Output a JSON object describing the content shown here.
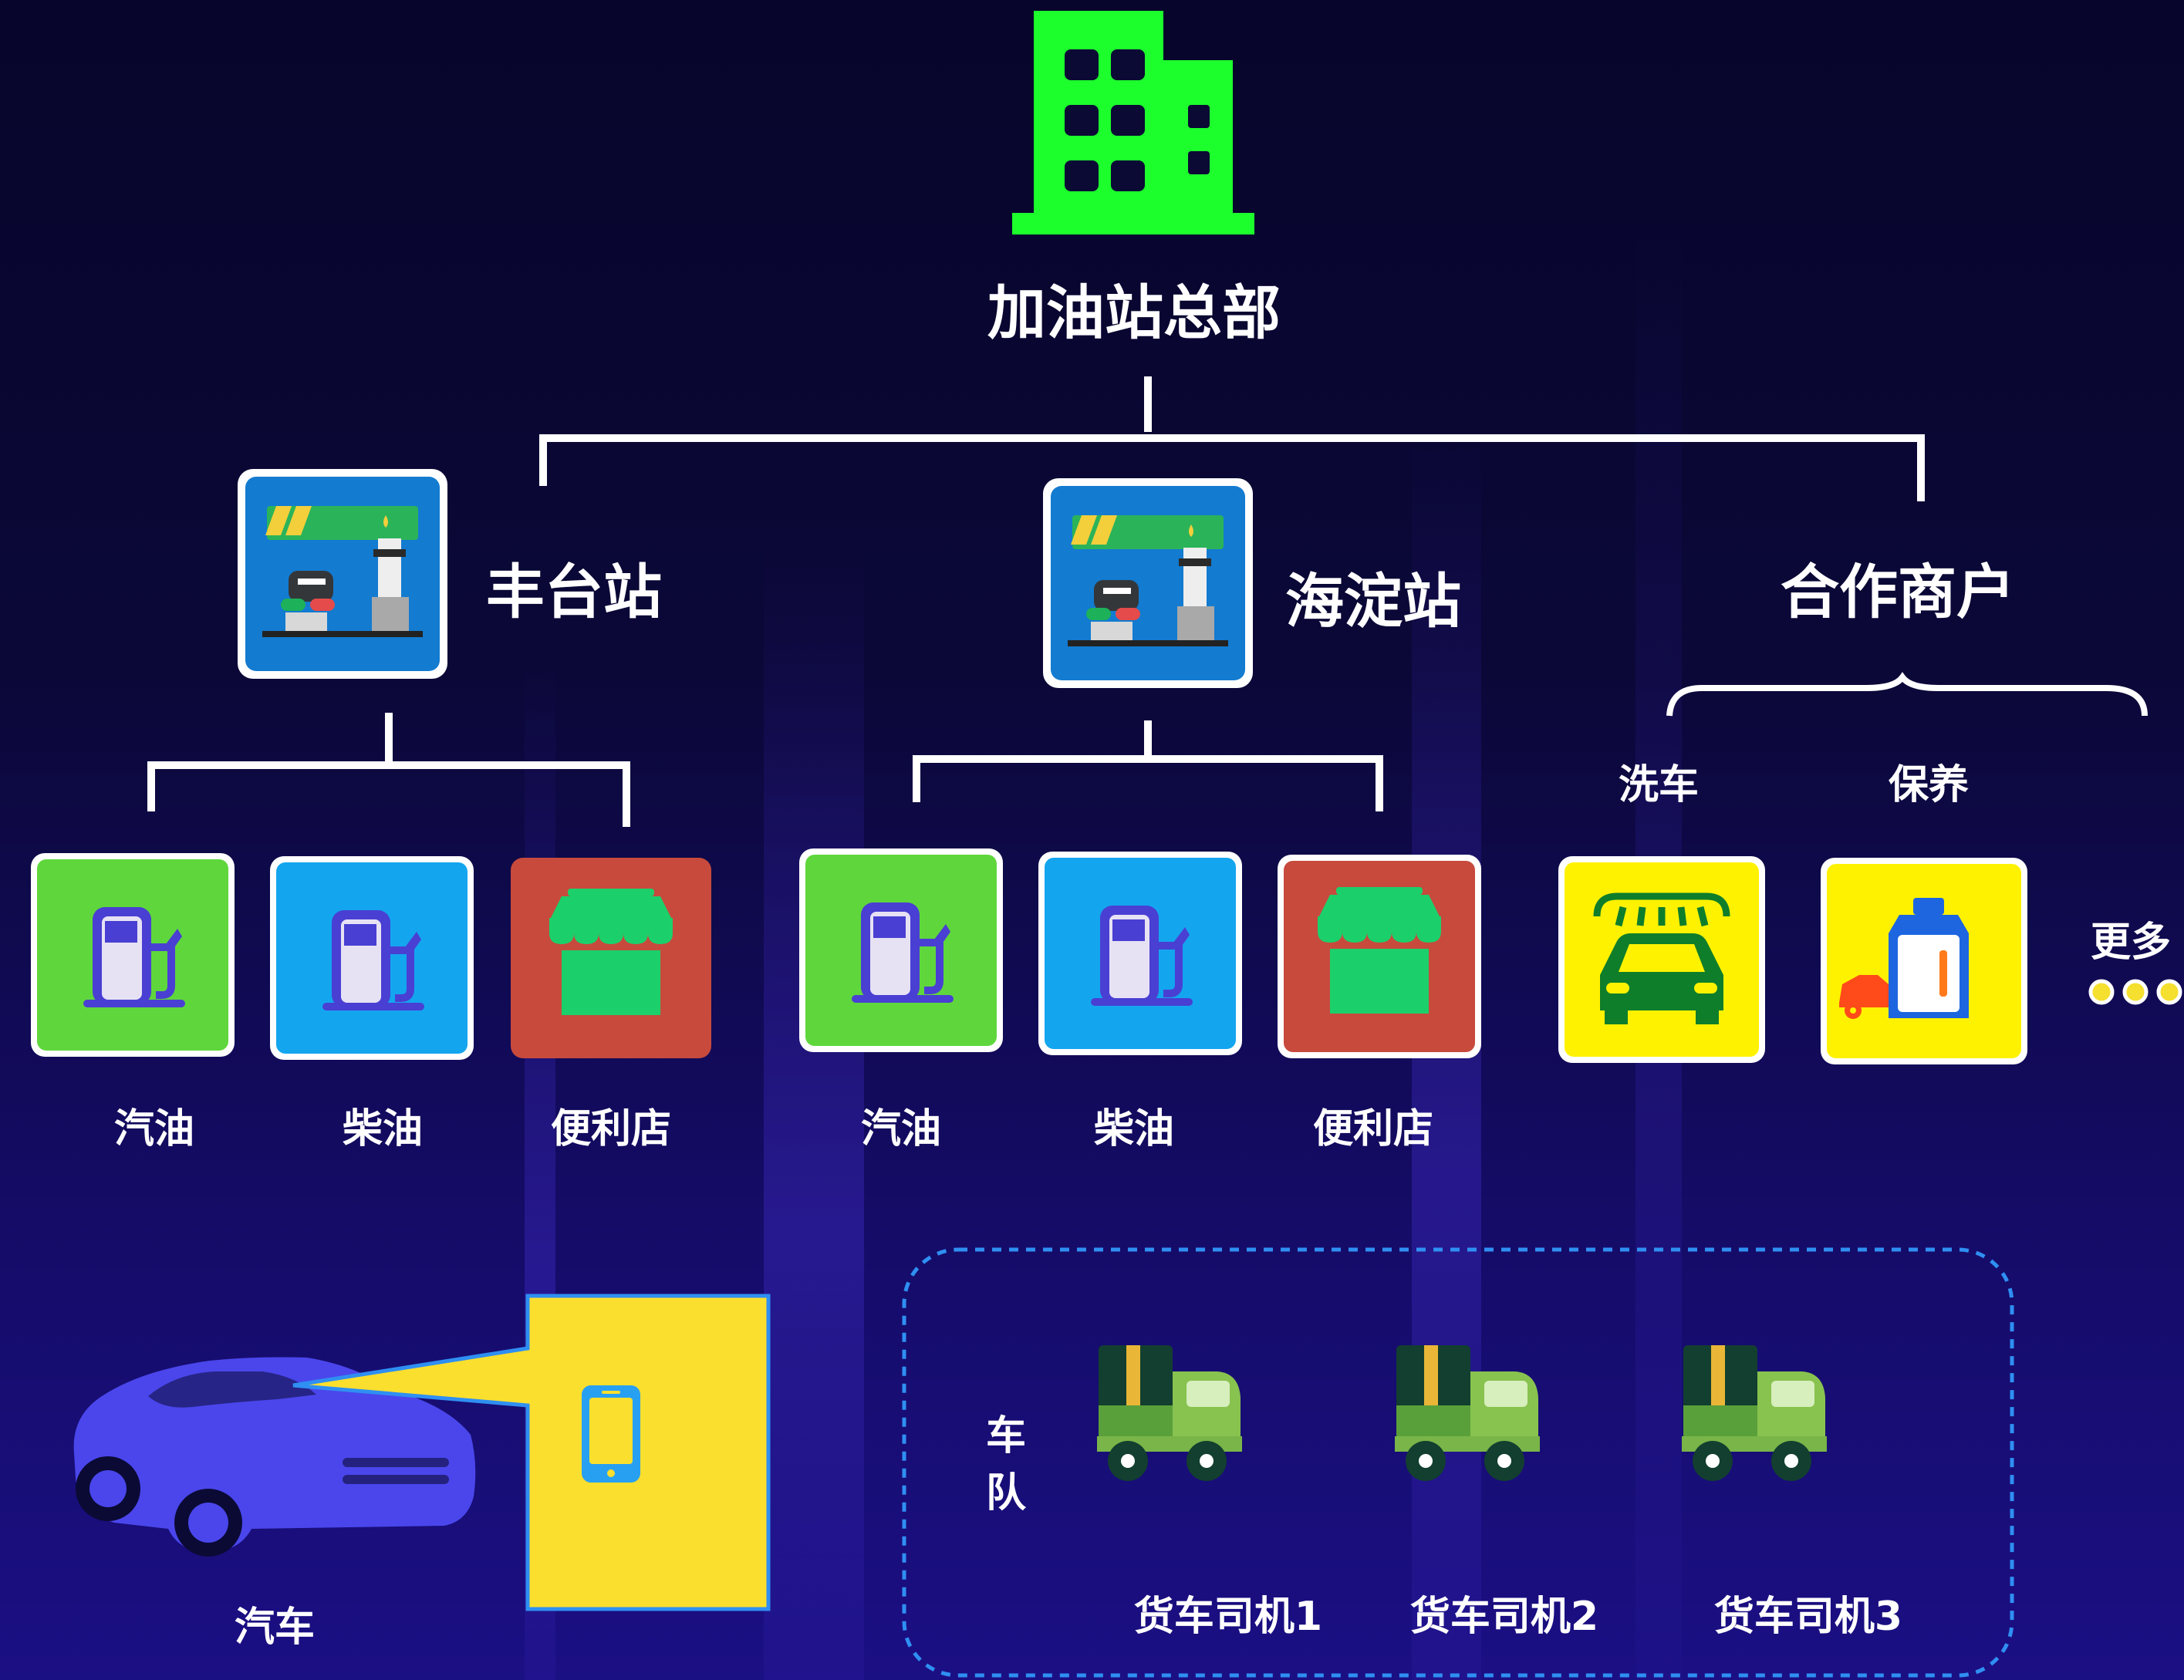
{
  "headquarters": {
    "label": "加油站总部",
    "icon": "office-building-icon",
    "color": "#1cff2c"
  },
  "stations": [
    {
      "label": "丰台站",
      "icon": "gas-station-icon",
      "services": [
        {
          "label": "汽油",
          "icon": "fuel-pump-icon",
          "color": "#5fd73c"
        },
        {
          "label": "柴油",
          "icon": "fuel-pump-icon",
          "color": "#14a5ef"
        },
        {
          "label": "便利店",
          "icon": "store-icon",
          "color": "#c74a3d"
        }
      ]
    },
    {
      "label": "海淀站",
      "icon": "gas-station-icon",
      "services": [
        {
          "label": "汽油",
          "icon": "fuel-pump-icon",
          "color": "#5fd73c"
        },
        {
          "label": "柴油",
          "icon": "fuel-pump-icon",
          "color": "#14a5ef"
        },
        {
          "label": "便利店",
          "icon": "store-icon",
          "color": "#c74a3d"
        }
      ]
    }
  ],
  "partners": {
    "label": "合作商户",
    "items": [
      {
        "label": "洗车",
        "icon": "car-wash-icon",
        "color": "#fff200"
      },
      {
        "label": "保养",
        "icon": "car-maintenance-icon",
        "color": "#fff200"
      }
    ],
    "more_label": "更多"
  },
  "car": {
    "label": "汽车",
    "icon": "sedan-car-icon",
    "device_icon": "smartphone-icon"
  },
  "fleet": {
    "label": "车队",
    "trucks": [
      {
        "label": "货车司机1",
        "icon": "truck-icon"
      },
      {
        "label": "货车司机2",
        "icon": "truck-icon"
      },
      {
        "label": "货车司机3",
        "icon": "truck-icon"
      }
    ]
  }
}
